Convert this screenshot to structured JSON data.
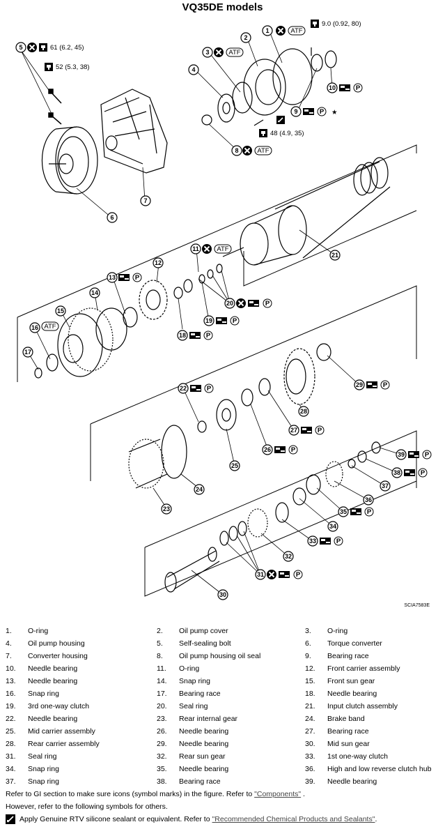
{
  "title": "VQ35DE models",
  "figure_code": "SCIA7583E",
  "badges": {
    "atf": "ATF",
    "p": "P",
    "star": "★"
  },
  "torques": {
    "t1": "61 (6.2, 45)",
    "t2": "52 (5.3, 38)",
    "t3": "9.0 (0.92, 80)",
    "t4": "48 (4.9, 35)"
  },
  "callouts": [
    "1",
    "2",
    "3",
    "4",
    "5",
    "6",
    "7",
    "8",
    "9",
    "10",
    "11",
    "12",
    "13",
    "14",
    "15",
    "16",
    "17",
    "18",
    "19",
    "20",
    "21",
    "22",
    "23",
    "24",
    "25",
    "26",
    "27",
    "28",
    "29",
    "30",
    "31",
    "32",
    "33",
    "34",
    "35",
    "36",
    "37",
    "38",
    "39"
  ],
  "legend": [
    [
      {
        "n": "1.",
        "t": "O-ring"
      },
      {
        "n": "2.",
        "t": "Oil pump cover"
      },
      {
        "n": "3.",
        "t": "O-ring"
      }
    ],
    [
      {
        "n": "4.",
        "t": "Oil pump housing"
      },
      {
        "n": "5.",
        "t": "Self-sealing bolt"
      },
      {
        "n": "6.",
        "t": "Torque converter"
      }
    ],
    [
      {
        "n": "7.",
        "t": "Converter housing"
      },
      {
        "n": "8.",
        "t": "Oil pump housing oil seal"
      },
      {
        "n": "9.",
        "t": "Bearing race"
      }
    ],
    [
      {
        "n": "10.",
        "t": "Needle bearing"
      },
      {
        "n": "11.",
        "t": "O-ring"
      },
      {
        "n": "12.",
        "t": "Front carrier assembly"
      }
    ],
    [
      {
        "n": "13.",
        "t": "Needle bearing"
      },
      {
        "n": "14.",
        "t": "Snap ring"
      },
      {
        "n": "15.",
        "t": "Front sun gear"
      }
    ],
    [
      {
        "n": "16.",
        "t": "Snap ring"
      },
      {
        "n": "17.",
        "t": "Bearing race"
      },
      {
        "n": "18.",
        "t": "Needle bearing"
      }
    ],
    [
      {
        "n": "19.",
        "t": "3rd one-way clutch"
      },
      {
        "n": "20.",
        "t": "Seal ring"
      },
      {
        "n": "21.",
        "t": "Input clutch assembly"
      }
    ],
    [
      {
        "n": "22.",
        "t": "Needle bearing"
      },
      {
        "n": "23.",
        "t": "Rear internal gear"
      },
      {
        "n": "24.",
        "t": "Brake band"
      }
    ],
    [
      {
        "n": "25.",
        "t": "Mid carrier assembly"
      },
      {
        "n": "26.",
        "t": "Needle bearing"
      },
      {
        "n": "27.",
        "t": "Bearing race"
      }
    ],
    [
      {
        "n": "28.",
        "t": "Rear carrier assembly"
      },
      {
        "n": "29.",
        "t": "Needle bearing"
      },
      {
        "n": "30.",
        "t": "Mid sun gear"
      }
    ],
    [
      {
        "n": "31.",
        "t": "Seal ring"
      },
      {
        "n": "32.",
        "t": "Rear sun gear"
      },
      {
        "n": "33.",
        "t": "1st one-way clutch"
      }
    ],
    [
      {
        "n": "34.",
        "t": "Snap ring"
      },
      {
        "n": "35.",
        "t": "Needle bearing"
      },
      {
        "n": "36.",
        "t": "High and low reverse clutch hub"
      }
    ],
    [
      {
        "n": "37.",
        "t": "Snap ring"
      },
      {
        "n": "38.",
        "t": "Bearing race"
      },
      {
        "n": "39.",
        "t": "Needle bearing"
      }
    ]
  ],
  "notes": {
    "line1_text": "Refer to GI section to make sure icons (symbol marks) in the figure. Refer to ",
    "line1_link": "\"Components\"",
    "line1_end": " .",
    "line2_text": "However, refer to the following symbols for others.",
    "line3_text": "Apply Genuine RTV silicone sealant or equivalent. Refer to ",
    "line3_link": "\"Recommended Chemical Products and Sealants\"",
    "line3_end": " ."
  }
}
